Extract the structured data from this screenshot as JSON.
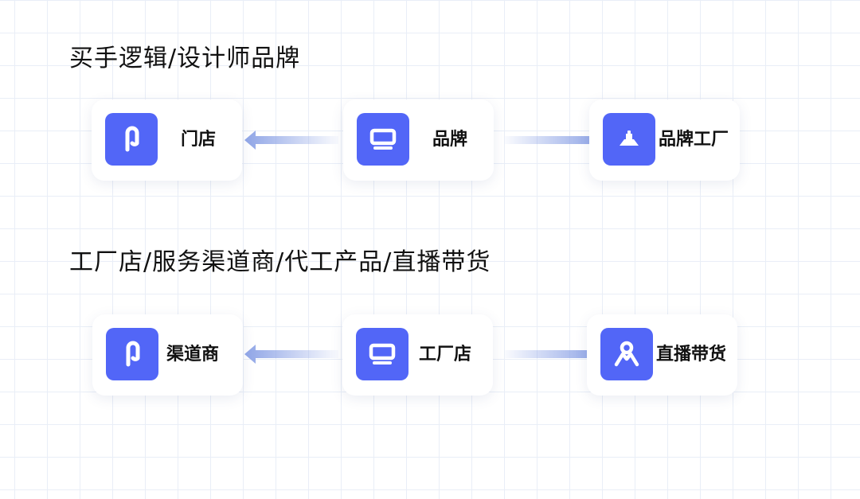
{
  "rows": [
    {
      "heading": "买手逻辑/设计师品牌",
      "left": {
        "label": "门店",
        "icon": "hook-icon"
      },
      "center": {
        "label": "品牌",
        "icon": "monitor-icon"
      },
      "right": {
        "label": "品牌工厂",
        "icon": "factory-icon"
      }
    },
    {
      "heading": "工厂店/服务渠道商/代工产品/直播带货",
      "left": {
        "label": "渠道商",
        "icon": "hook-icon"
      },
      "center": {
        "label": "工厂店",
        "icon": "monitor-icon"
      },
      "right": {
        "label": "直播带货",
        "icon": "streamer-icon"
      }
    }
  ],
  "colors": {
    "accent": "#5266f7",
    "arrow": "#8ea4e6",
    "grid": "#e9eef7"
  }
}
